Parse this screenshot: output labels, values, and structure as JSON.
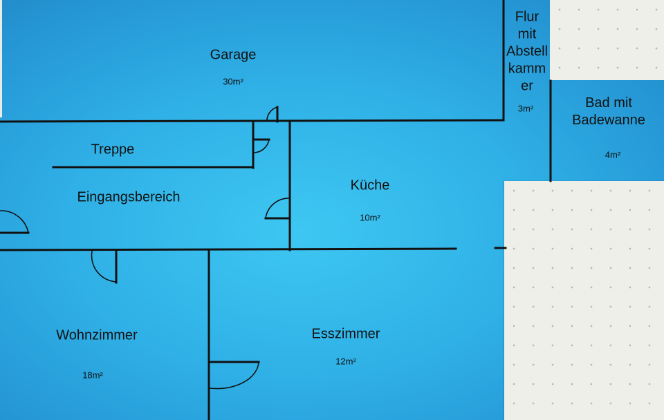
{
  "rooms": {
    "garage": {
      "name": "Garage",
      "area": "30m²"
    },
    "flur": {
      "name": "Flur mit Abstell kamm er",
      "area": "3m²"
    },
    "bad": {
      "name": "Bad mit Badewanne",
      "area": "4m²"
    },
    "treppe": {
      "name": "Treppe"
    },
    "eingang": {
      "name": "Eingangsbereich"
    },
    "kueche": {
      "name": "Küche",
      "area": "10m²"
    },
    "wohnzimmer": {
      "name": "Wohnzimmer",
      "area": "18m²"
    },
    "esszimmer": {
      "name": "Esszimmer",
      "area": "12m²"
    }
  },
  "colors": {
    "floor": "#2fb0e6",
    "wall": "#111111",
    "paper": "#efefe9"
  }
}
